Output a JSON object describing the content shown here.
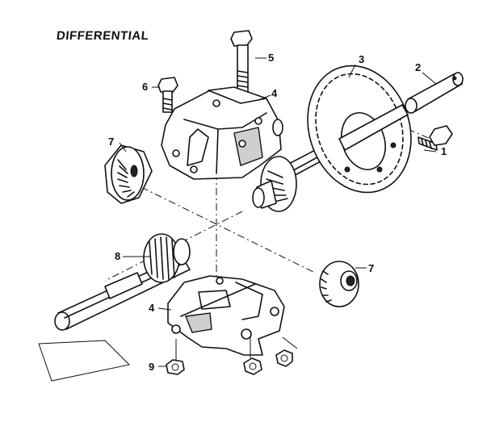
{
  "diagram": {
    "title": "DIFFERENTIAL",
    "callouts": [
      {
        "id": "c1",
        "label": "1"
      },
      {
        "id": "c2",
        "label": "2"
      },
      {
        "id": "c3",
        "label": "3"
      },
      {
        "id": "c4a",
        "label": "4"
      },
      {
        "id": "c4b",
        "label": "4"
      },
      {
        "id": "c5",
        "label": "5"
      },
      {
        "id": "c6",
        "label": "6"
      },
      {
        "id": "c7a",
        "label": "7"
      },
      {
        "id": "c7b",
        "label": "7"
      },
      {
        "id": "c8",
        "label": "8"
      },
      {
        "id": "c9",
        "label": "9"
      }
    ]
  }
}
